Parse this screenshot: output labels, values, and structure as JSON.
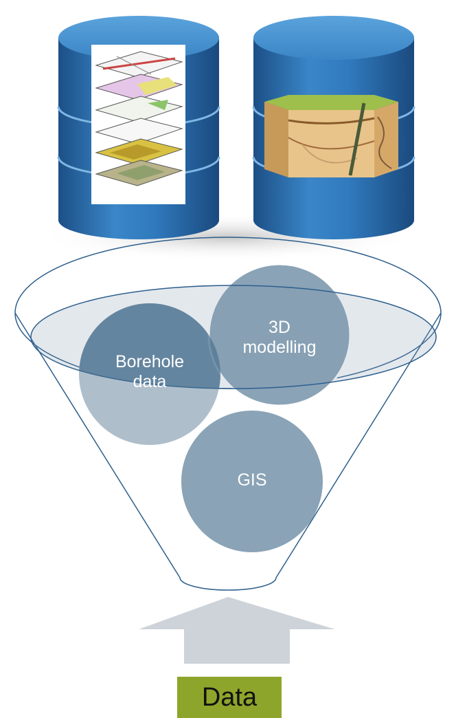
{
  "diagram": {
    "databases": [
      {
        "name": "gis-layers-database",
        "picture": "stacked map layers"
      },
      {
        "name": "geology-block-database",
        "picture": "3D geological block model"
      }
    ],
    "funnel_items": [
      {
        "key": "borehole",
        "lines": [
          "Borehole",
          "data"
        ]
      },
      {
        "key": "modelling",
        "lines": [
          "3D",
          "modelling"
        ]
      },
      {
        "key": "gis",
        "lines": [
          "GIS"
        ]
      }
    ],
    "input_label": "Data",
    "colors": {
      "cylinder_blue": "#2f6fb0",
      "circle_dark": "#5a7d96",
      "circle_light": "#8aa3b6",
      "arrow_gray": "#cdd3d9",
      "data_box_green": "#8da52b",
      "funnel_outline": "#2d5f8c"
    }
  }
}
